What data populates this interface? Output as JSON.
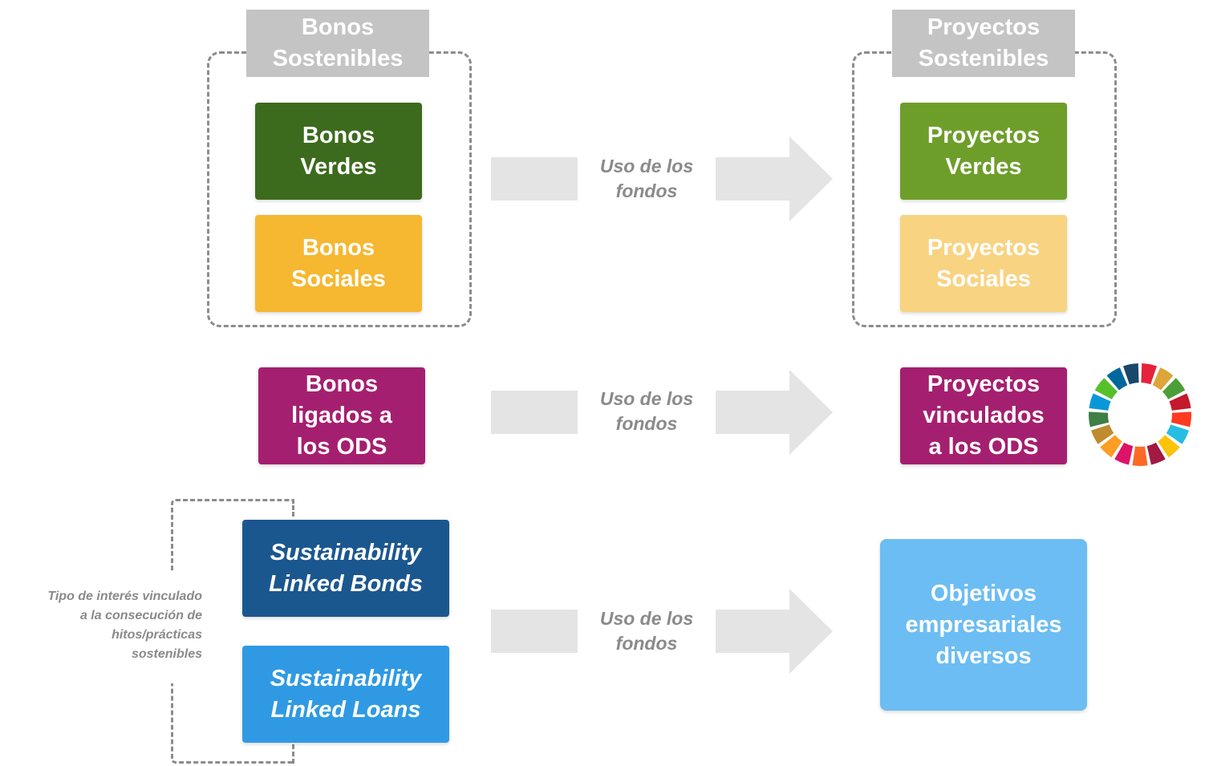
{
  "groups": {
    "left": {
      "header": "Bonos\nSostenibles"
    },
    "right": {
      "header": "Proyectos\nSostenibles"
    }
  },
  "boxes": {
    "bonos_verdes": {
      "label": "Bonos\nVerdes",
      "color": "#3d6b1e"
    },
    "bonos_sociales": {
      "label": "Bonos\nSociales",
      "color": "#f6b731"
    },
    "proyectos_verdes": {
      "label": "Proyectos\nVerdes",
      "color": "#6e9e2a"
    },
    "proyectos_sociales": {
      "label": "Proyectos\nSociales",
      "color": "#f8d381"
    },
    "bonos_ods": {
      "label": "Bonos\nligados a\nlos ODS",
      "color": "#a51f70"
    },
    "proyectos_ods": {
      "label": "Proyectos\nvinculados\na los ODS",
      "color": "#a51f70"
    },
    "slb": {
      "label": "Sustainability\nLinked Bonds",
      "color": "#1b578f"
    },
    "sll": {
      "label": "Sustainability\nLinked Loans",
      "color": "#2f9ae3"
    },
    "objetivos": {
      "label": "Objetivos\nempresariales\ndiversos",
      "color": "#6cbdf3"
    }
  },
  "flows": [
    {
      "label": "Uso de los\nfondos"
    },
    {
      "label": "Uso de los\nfondos"
    },
    {
      "label": "Uso de los\nfondos"
    }
  ],
  "side_note": "Tipo de interés vinculado\na la consecución de\nhitos/prácticas\nsostenibles",
  "sdg_wheel": {
    "icon": "sdg-color-wheel",
    "colors": [
      "#e5243b",
      "#dda63a",
      "#4c9f38",
      "#c5192d",
      "#ff3a21",
      "#26bde2",
      "#fcc30b",
      "#a21942",
      "#fd6925",
      "#dd1367",
      "#fd9d24",
      "#bf8b2e",
      "#3f7e44",
      "#0a97d9",
      "#56c02b",
      "#00689d",
      "#19486a"
    ]
  },
  "arrow_color": "#e4e4e4"
}
